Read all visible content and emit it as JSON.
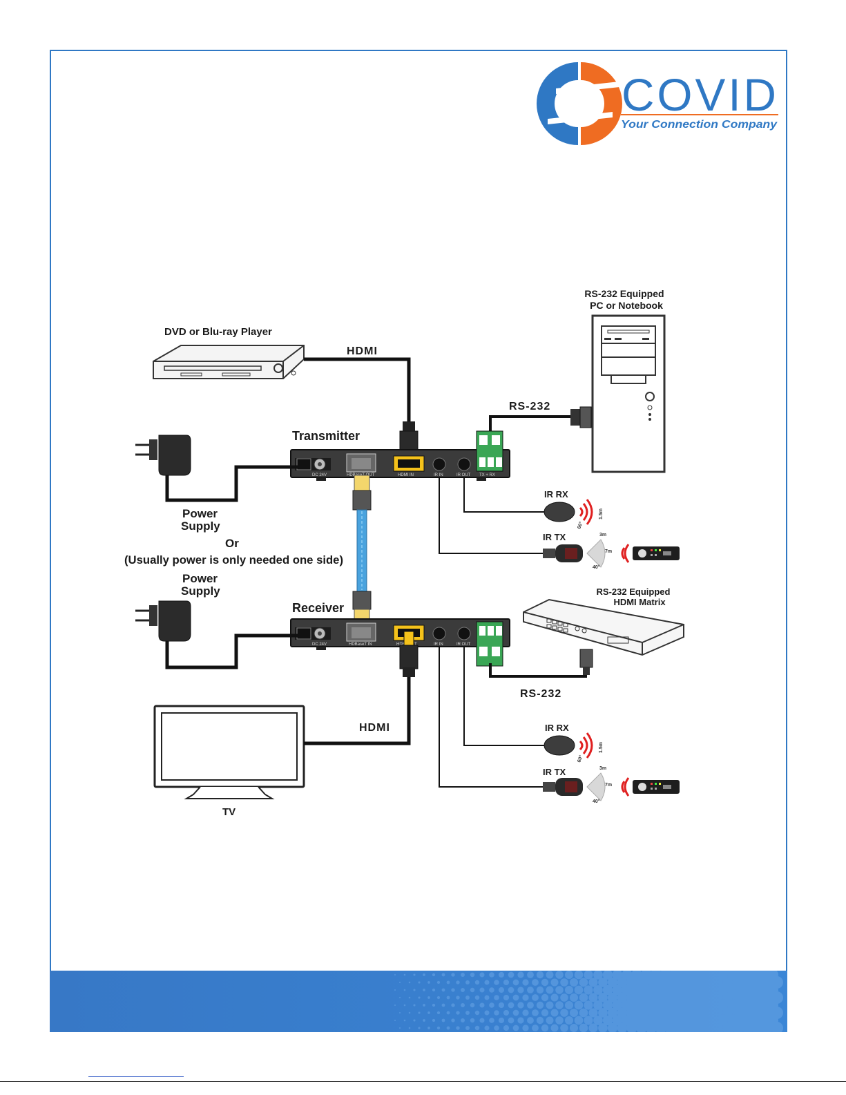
{
  "logo": {
    "brand": "COVID",
    "tagline": "Your Connection Company",
    "colors": {
      "blue": "#2f78c4",
      "orange": "#ef6c22"
    }
  },
  "devices": {
    "dvd": "DVD or Blu-ray Player",
    "pc_line1": "RS-232 Equipped",
    "pc_line2": "PC or Notebook",
    "transmitter": "Transmitter",
    "receiver": "Receiver",
    "matrix_line1": "RS-232 Equipped",
    "matrix_line2": "HDMI Matrix",
    "tv": "TV"
  },
  "connections": {
    "hdmi_top": "HDMI",
    "rs232_top": "RS-232",
    "hdmi_bottom": "HDMI",
    "rs232_bottom": "RS-232"
  },
  "power": {
    "supply_top_line1": "Power",
    "supply_top_line2": "Supply",
    "or": "Or",
    "note": "(Usually power is only needed one side)",
    "supply_bottom_line1": "Power",
    "supply_bottom_line2": "Supply"
  },
  "ir": {
    "rx_top": "IR RX",
    "tx_top": "IR TX",
    "rx_bottom": "IR RX",
    "tx_bottom": "IR TX",
    "rx_distance": "1.5m",
    "rx_angle": "60°",
    "tx_dist_near": "3m",
    "tx_dist_far": "7m",
    "tx_angle": "40°"
  },
  "ports": {
    "dc": "DC 24V",
    "hdbaset_out": "HDBaseT OUT",
    "hdmi_in": "HDMI IN",
    "ir_in": "IR IN",
    "ir_out": "IR OUT",
    "rs232_pins": "TX + RX",
    "hdbaset_in": "HDBaseT IN",
    "hdmi_out": "HDMI OUT"
  }
}
